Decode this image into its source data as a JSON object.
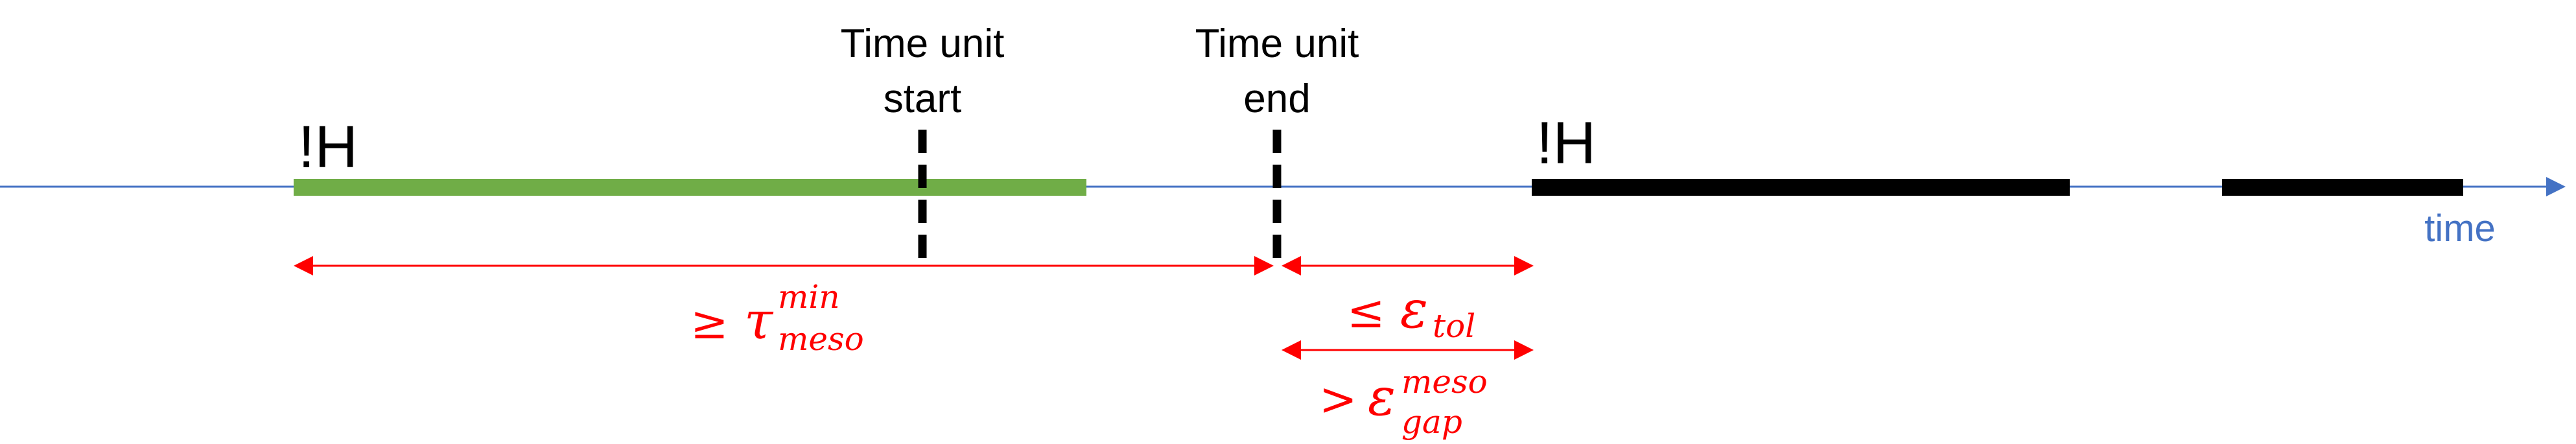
{
  "labels": {
    "start_line1": "Time unit",
    "start_line2": "start",
    "end_line1": "Time unit",
    "end_line2": "end",
    "not_h_1": "!H",
    "not_h_2": "!H",
    "time": "time"
  },
  "annotations": {
    "meso_min": {
      "symbol": "≥",
      "greek": "τ",
      "sup": "min",
      "sub": "meso"
    },
    "tol": {
      "symbol": "≤",
      "greek": "ε",
      "sub": "tol"
    },
    "gap": {
      "symbol": ">",
      "greek": "ε",
      "sup": "meso",
      "sub": "gap"
    }
  },
  "colors": {
    "axis": "#4472c4",
    "time_label": "#4472c4",
    "green_interval": "#70ad47",
    "black_interval": "#000000",
    "annotation": "#ff0000"
  }
}
